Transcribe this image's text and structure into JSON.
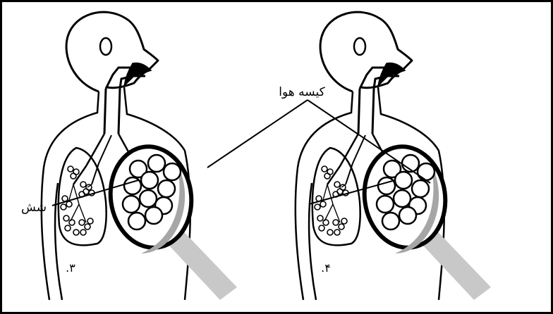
{
  "labels": {
    "air_sac": "کیسه هوا",
    "lung": "شش",
    "panel_3": ".۳",
    "panel_4": ".۴"
  },
  "colors": {
    "line": "#000000",
    "background": "#ffffff",
    "magnifier_handle": "#c8c8c8",
    "magnifier_shadow": "#a6a6a6"
  }
}
